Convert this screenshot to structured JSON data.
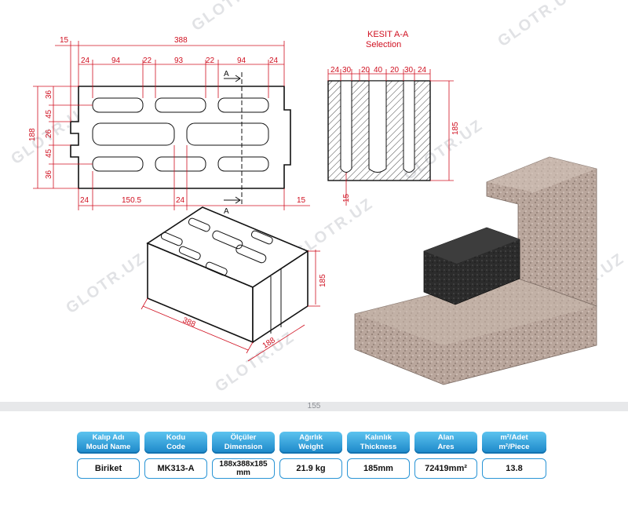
{
  "drawing": {
    "top_view_dims": {
      "overall_width": "388",
      "left_offset": "15",
      "top_segments": [
        "24",
        "94",
        "22",
        "93",
        "22",
        "94",
        "24"
      ],
      "bottom_segments": [
        "24",
        "150.5",
        "24"
      ],
      "bottom_right_offset": "15",
      "height": "188",
      "left_segments": [
        "36",
        "45",
        "26",
        "45",
        "36"
      ]
    },
    "section_mark": "A",
    "section_title_line1": "KESIT A-A",
    "section_title_line2": "Selection",
    "section_top_segments": [
      "24",
      "30",
      "20",
      "40",
      "20",
      "30",
      "24"
    ],
    "section_height": "185",
    "section_bottom_offset": "15",
    "iso_length": "388",
    "iso_width": "188",
    "iso_height": "185",
    "watermark": "GLOTR.UZ"
  },
  "page_number": "155",
  "table": {
    "headers": [
      {
        "tr": "Kalıp Adı",
        "en": "Mould Name"
      },
      {
        "tr": "Kodu",
        "en": "Code"
      },
      {
        "tr": "Ölçüler",
        "en": "Dimension"
      },
      {
        "tr": "Ağırlık",
        "en": "Weight"
      },
      {
        "tr": "Kalınlık",
        "en": "Thickness"
      },
      {
        "tr": "Alan",
        "en": "Ares"
      },
      {
        "tr": "m²/Adet",
        "en": "m²/Piece"
      }
    ],
    "values": [
      "Biriket",
      "MK313-A",
      "188x388x185 mm",
      "21.9 kg",
      "185mm",
      "72419mm²",
      "13.8"
    ]
  },
  "colors": {
    "dimension": "#d01020",
    "header_blue": "#1a86c8",
    "border_blue": "#2a95d6"
  }
}
